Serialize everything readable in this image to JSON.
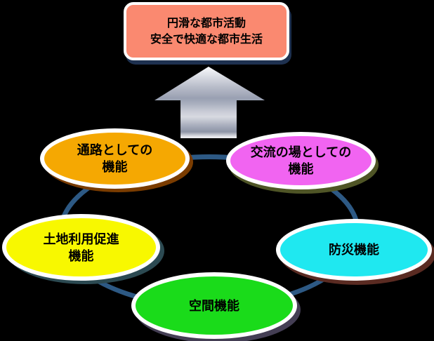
{
  "diagram": {
    "background_color": "#000000",
    "ring_color": "#2D5984",
    "arrow": {
      "direction": "up",
      "style": "metallic-gray-gradient",
      "colors": [
        "#FDFDFE",
        "#99A0B2",
        "#D8DAE1",
        "#8D94A6",
        "#E9EAEE"
      ]
    },
    "goal_box": {
      "lines": [
        "円滑な都市活動",
        "安全で快適な都市生活"
      ],
      "fill": "#FA8970",
      "border": "#FFFFFF",
      "shadow": "#1E3150"
    },
    "functions": [
      {
        "id": "passage",
        "lines": [
          "通路としての",
          "機能"
        ],
        "fill": "#F5A802",
        "border": "#FFFFFF",
        "shadow": "#7A3C00"
      },
      {
        "id": "exchange",
        "lines": [
          "交流の場としての",
          "機能"
        ],
        "fill": "#F164F1",
        "border": "#FFFFFF",
        "shadow": "#4F5526"
      },
      {
        "id": "land-use",
        "lines": [
          "土地利用促進",
          "機能"
        ],
        "fill": "#F8F800",
        "border": "#FFFFFF",
        "shadow": "#2C4A52"
      },
      {
        "id": "disaster-prevention",
        "lines": [
          "防災機能"
        ],
        "fill": "#1FE8F0",
        "border": "#FFFFFF",
        "shadow": "#5A2B22"
      },
      {
        "id": "space",
        "lines": [
          "空間機能"
        ],
        "fill": "#1ADB1A",
        "border": "#FFFFFF",
        "shadow": "#443E54"
      }
    ]
  }
}
